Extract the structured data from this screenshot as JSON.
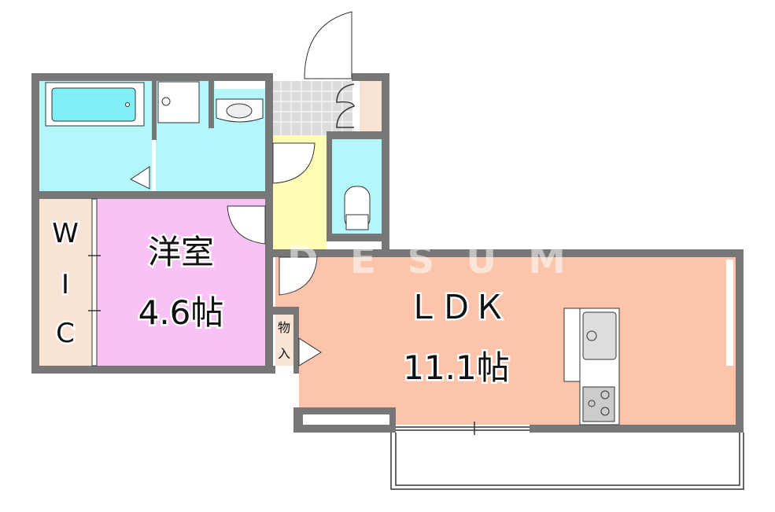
{
  "rooms": {
    "western": {
      "name": "洋室",
      "size": "4.6帖",
      "color": "#f9c2f4"
    },
    "wic": {
      "letters": [
        "W",
        "I",
        "C"
      ],
      "color": "#f8e3d5"
    },
    "ldk": {
      "name": "ＬＤＫ",
      "size": "11.1帖",
      "color": "#fbc4ab"
    },
    "storage": {
      "letters": [
        "物",
        "入"
      ],
      "color": "#f8e3d5"
    },
    "bath": {
      "color": "#b3f7fb"
    },
    "hallway": {
      "color": "#fffcb5"
    },
    "entrance": {
      "color": "#dddddd"
    }
  },
  "watermark": "DESUM",
  "colors": {
    "wall": "#777777",
    "tub": "#7ff0f5"
  }
}
